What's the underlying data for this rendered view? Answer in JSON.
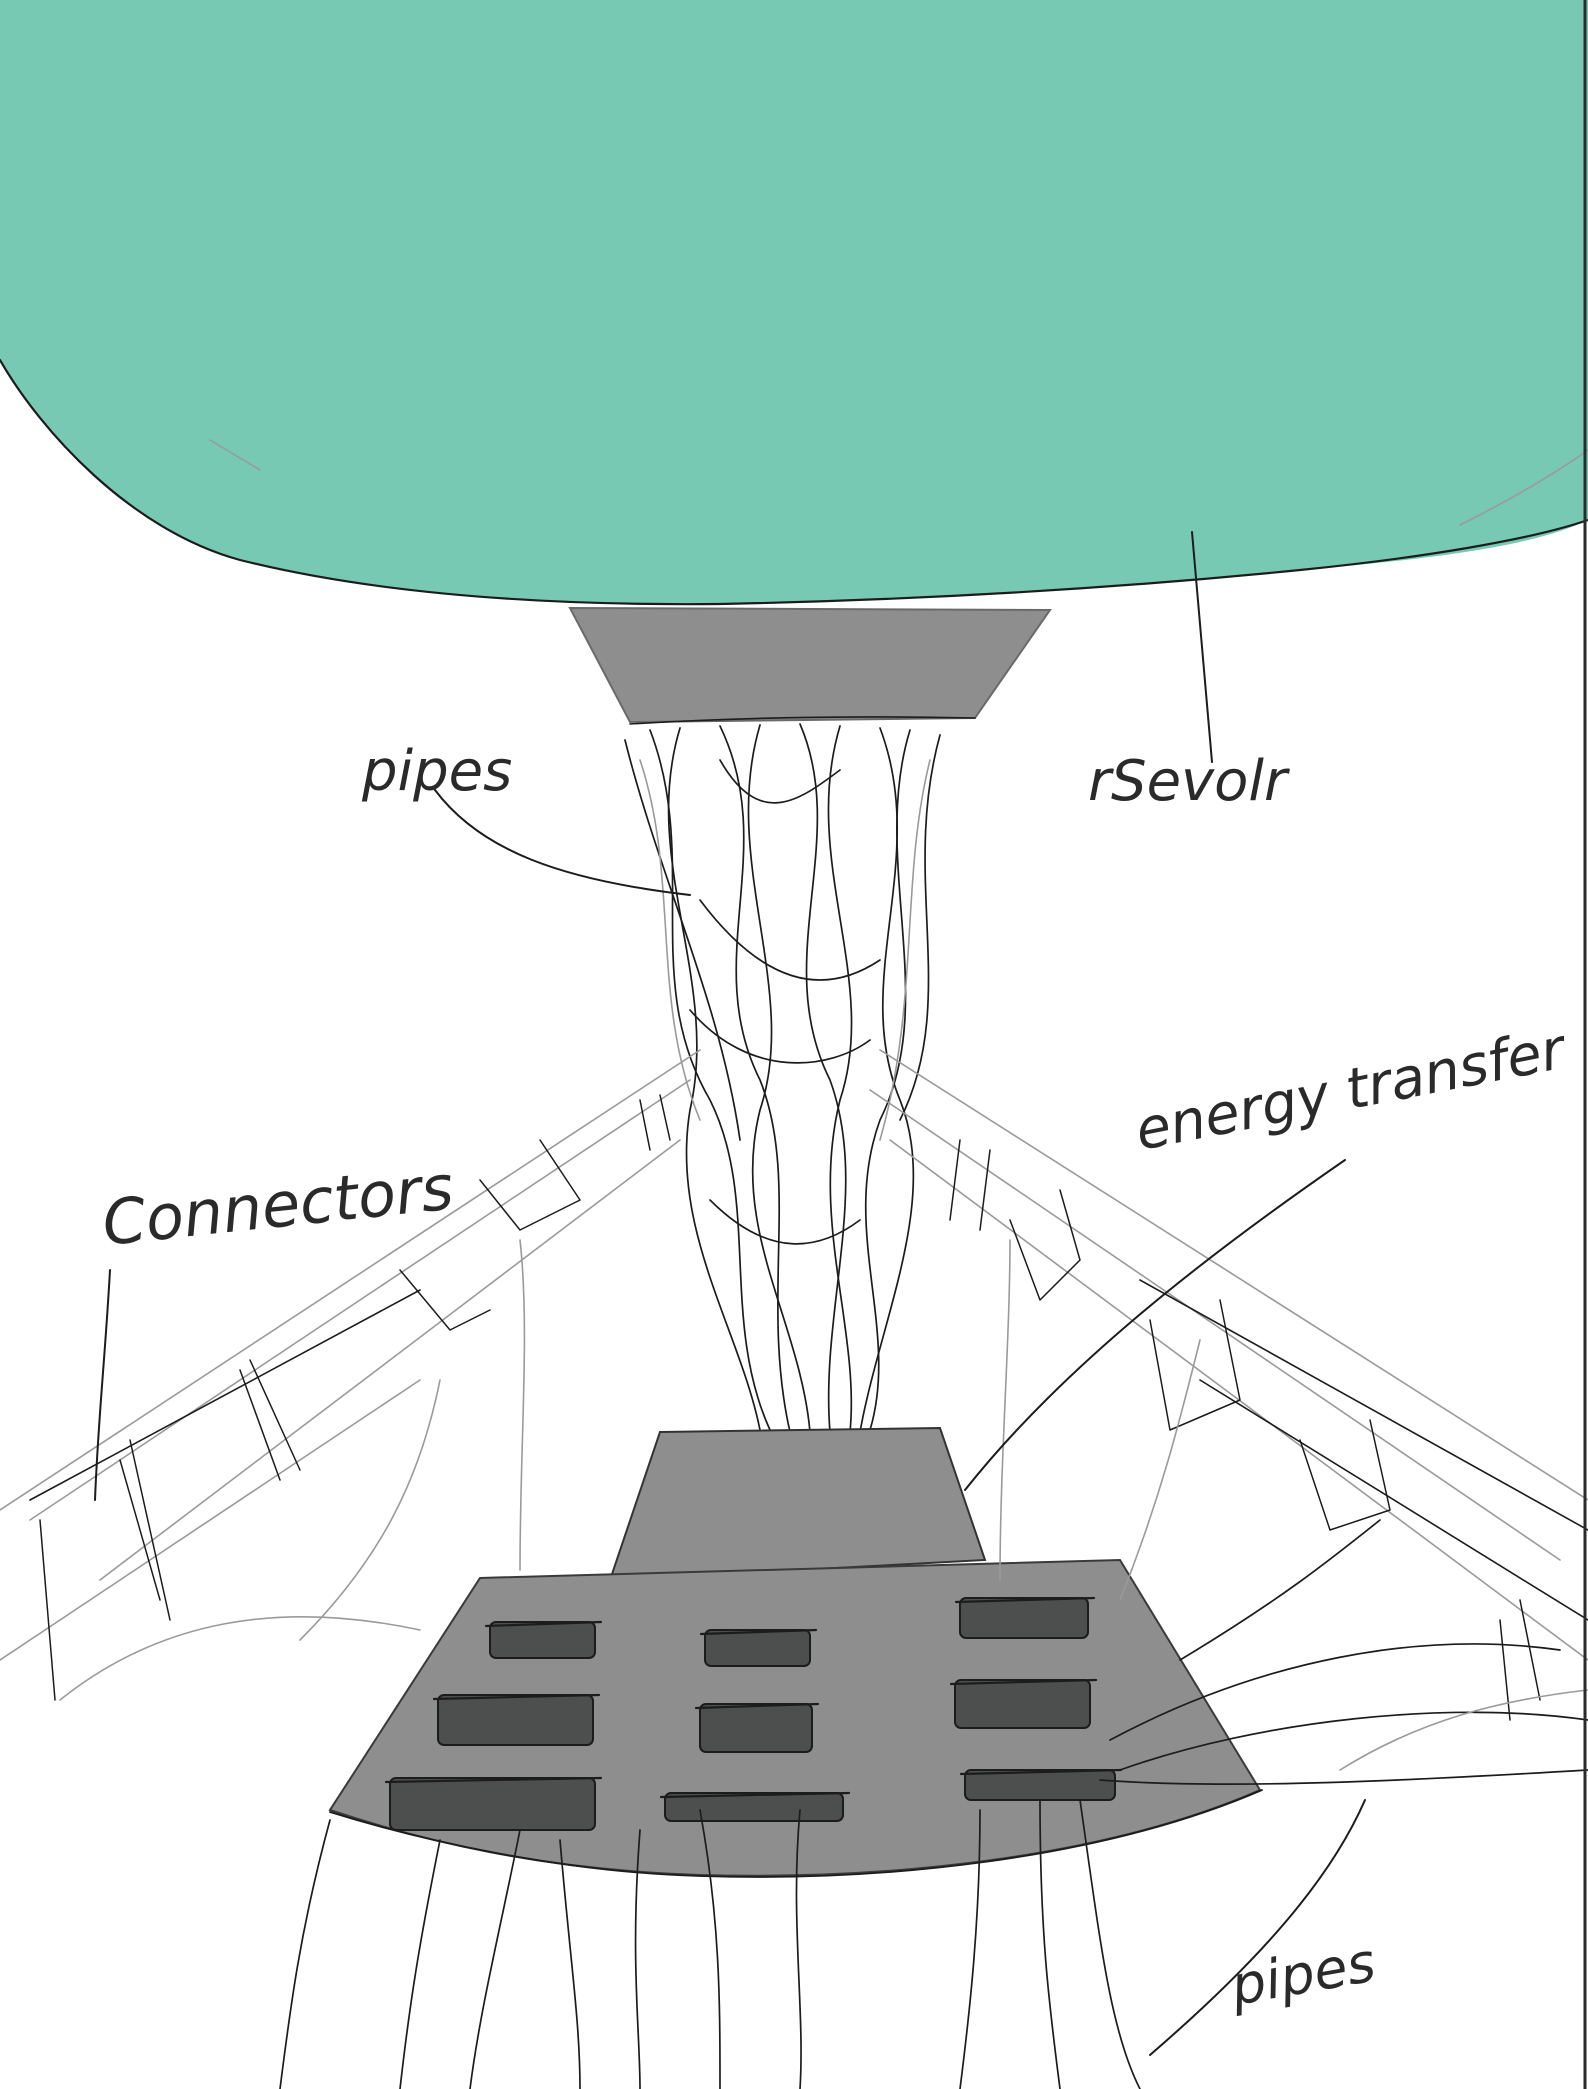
{
  "labels": {
    "pipes_top": "pipes",
    "reservoir": "rSevolr",
    "energy_transfer": "energy transfer",
    "connectors": "Connectors",
    "pipes_bottom": "pipes"
  },
  "colors": {
    "reservoir": "#78c9b3",
    "base_grey": "#8e8e8e",
    "slot_dark": "#4d4f4f",
    "ink": "#1c1c1c",
    "border": "#2b2b2b"
  },
  "icons": {
    "drawing": "hand-drawn-concept-sketch"
  },
  "hub": {
    "slot_count": 9
  }
}
